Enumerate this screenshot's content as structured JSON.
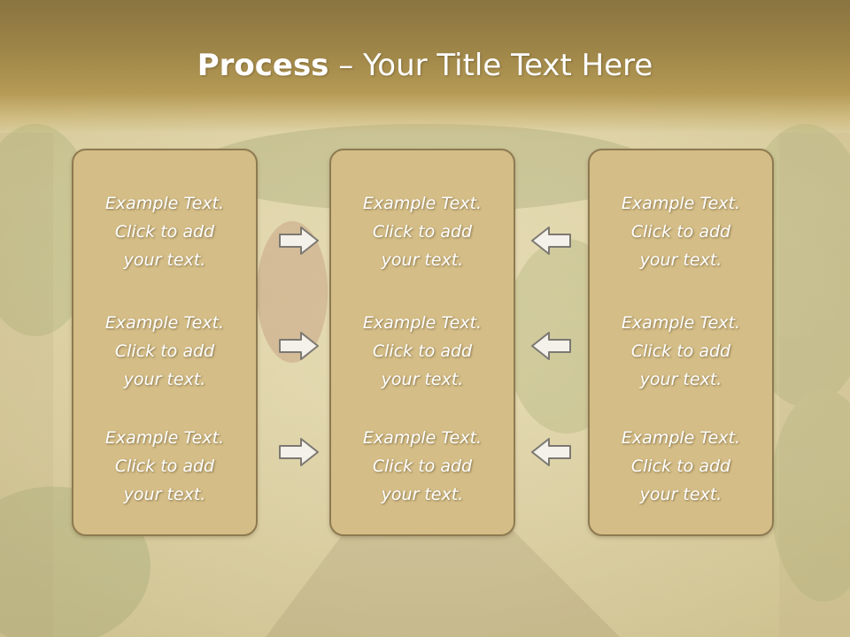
{
  "title": {
    "bold": "Process",
    "rest": " – Your Title Text Here"
  },
  "columns": [
    {
      "items": [
        {
          "line1": "Example Text.",
          "line2": "Click  to add",
          "line3": "your text."
        },
        {
          "line1": "Example Text.",
          "line2": "Click  to add",
          "line3": "your text."
        },
        {
          "line1": "Example Text.",
          "line2": "Click  to add",
          "line3": "your text."
        }
      ]
    },
    {
      "items": [
        {
          "line1": "Example Text.",
          "line2": "Click  to add",
          "line3": "your text."
        },
        {
          "line1": "Example Text.",
          "line2": "Click  to add",
          "line3": "your text."
        },
        {
          "line1": "Example Text.",
          "line2": "Click  to add",
          "line3": "your text."
        }
      ]
    },
    {
      "items": [
        {
          "line1": "Example Text.",
          "line2": "Click  to add",
          "line3": "your text."
        },
        {
          "line1": "Example Text.",
          "line2": "Click  to add",
          "line3": "your text."
        },
        {
          "line1": "Example Text.",
          "line2": "Click  to add",
          "line3": "your text."
        }
      ]
    }
  ],
  "arrows": {
    "left_group": "right-arrow-icon",
    "right_group": "left-arrow-icon"
  },
  "colors": {
    "title_bar": "#9c8447",
    "box_fill": "#d4bd86",
    "box_border": "#8e7a52",
    "text": "#ffffff"
  }
}
